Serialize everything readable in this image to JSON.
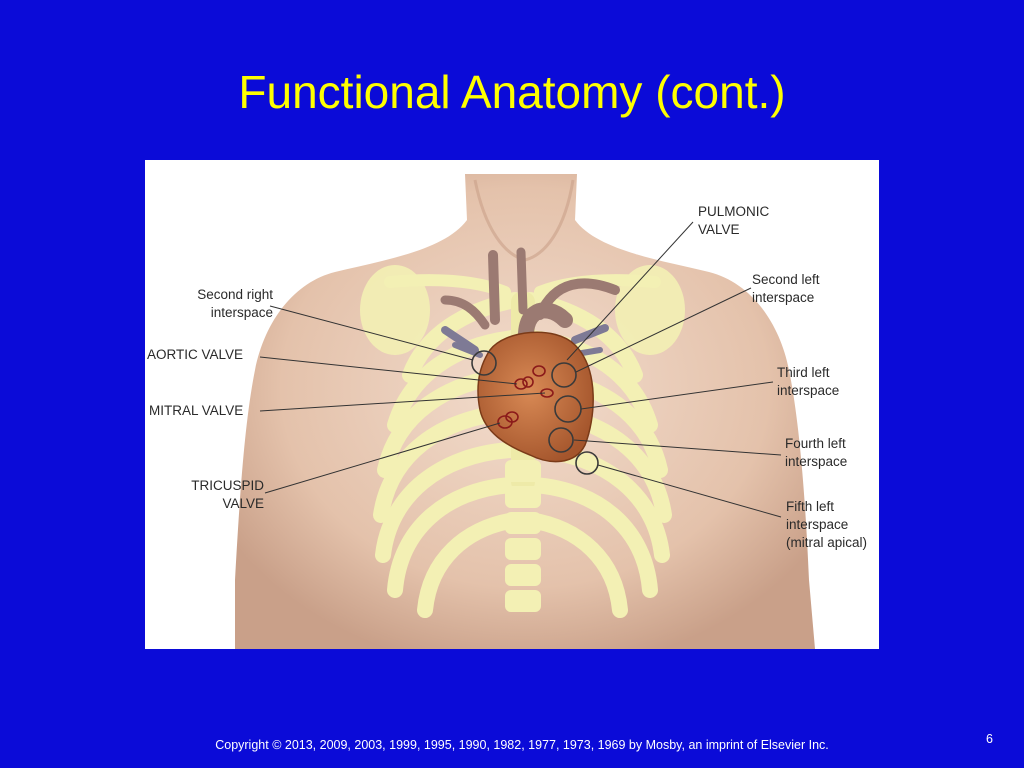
{
  "slide": {
    "title": "Functional Anatomy (cont.)",
    "copyright": "Copyright © 2013, 2009, 2003, 1999, 1995, 1990, 1982, 1977, 1973, 1969 by Mosby, an imprint of Elsevier Inc.",
    "page_number": "6"
  },
  "figure": {
    "labels": {
      "pulmonic_valve": "PULMONIC\nVALVE",
      "second_left_interspace": "Second left\ninterspace",
      "third_left_interspace": "Third left\ninterspace",
      "fourth_left_interspace": "Fourth left\ninterspace",
      "fifth_left_interspace": "Fifth left\ninterspace\n(mitral apical)",
      "second_right_interspace": "Second right\ninterspace",
      "aortic_valve": "AORTIC VALVE",
      "mitral_valve": "MITRAL VALVE",
      "tricuspid_valve": "TRICUSPID\nVALVE"
    },
    "colors": {
      "skin": "#e7c9b4",
      "ribs": "#f3f0b4",
      "heart": "#c2703f",
      "vessels": "#8a6a6a",
      "valve_marker": "#8b1a1a",
      "leader_line": "#333333"
    }
  }
}
